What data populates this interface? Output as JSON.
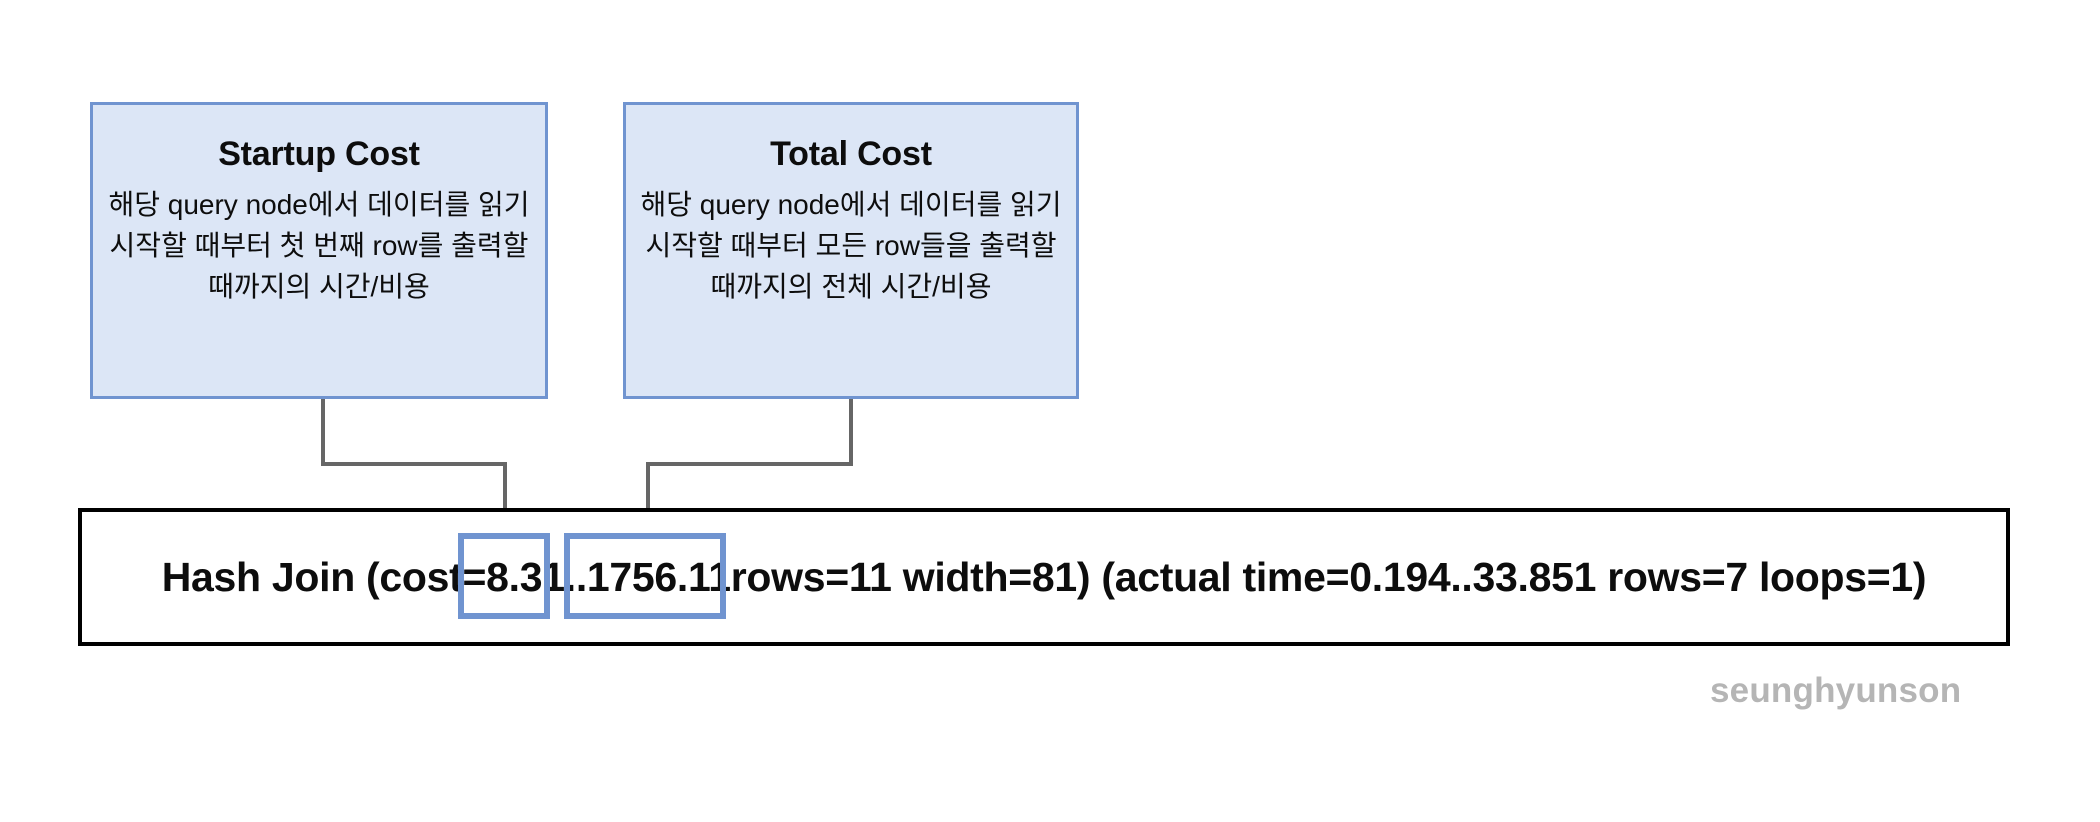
{
  "cards": [
    {
      "id": "startup-cost",
      "title": "Startup Cost",
      "body": "해당 query node에서 데이터를 읽기 시작할 때부터 첫 번째 row를 출력할 때까지의 시간/비용"
    },
    {
      "id": "total-cost",
      "title": "Total Cost",
      "body": "해당 query node에서 데이터를 읽기 시작할 때부터 모든 row들을 출력할 때까지의 전체 시간/비용"
    }
  ],
  "plan": {
    "full_text": "Hash Join  (cost=8.31..1756.11 rows=11 width=81) (actual time=0.194..33.851 rows=7 loops=1)",
    "prefix": "Hash Join  (cost=",
    "startup_cost": "8.31",
    "separator": "..",
    "total_cost": "1756.11",
    "suffix": " rows=11 width=81) (actual time=0.194..33.851 rows=7 loops=1)",
    "estimated_rows": "11",
    "width": "81",
    "actual_time_start": "0.194",
    "actual_time_end": "33.851",
    "actual_rows": "7",
    "loops": "1"
  },
  "watermark": "seunghyunson",
  "colors": {
    "card_fill": "#dce6f6",
    "card_border": "#7094d0",
    "highlight_border": "#7094d0",
    "connector": "#666666",
    "plan_border": "#000000",
    "text": "#0d0d0d",
    "watermark": "#b5b5b5"
  }
}
